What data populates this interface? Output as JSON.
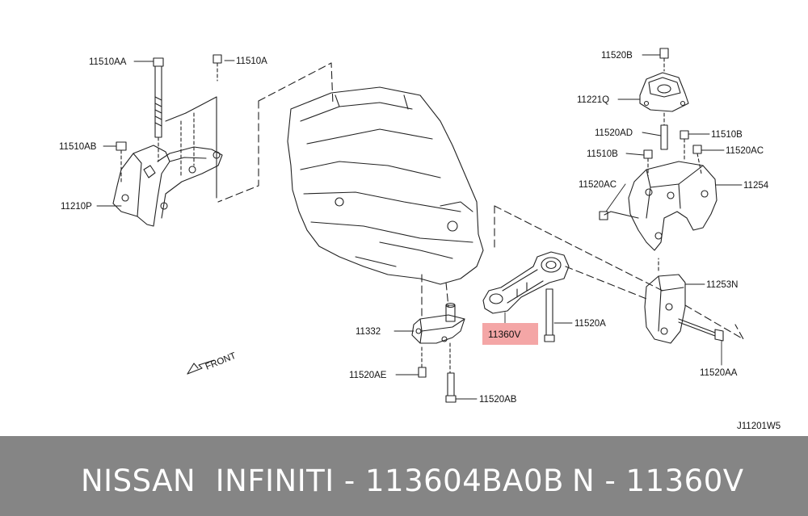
{
  "diagram": {
    "callouts": [
      {
        "id": "11510AA",
        "text": "11510AA"
      },
      {
        "id": "11510A",
        "text": "11510A"
      },
      {
        "id": "11510AB",
        "text": "11510AB"
      },
      {
        "id": "11210P",
        "text": "11210P"
      },
      {
        "id": "11520B",
        "text": "11520B"
      },
      {
        "id": "11221Q",
        "text": "11221Q"
      },
      {
        "id": "11520AD",
        "text": "11520AD"
      },
      {
        "id": "11510B-top",
        "text": "11510B"
      },
      {
        "id": "11510B-left",
        "text": "11510B"
      },
      {
        "id": "11520AC-right",
        "text": "11520AC"
      },
      {
        "id": "11520AC-left",
        "text": "11520AC"
      },
      {
        "id": "11254",
        "text": "11254"
      },
      {
        "id": "11253N",
        "text": "11253N"
      },
      {
        "id": "11520AA-bottom",
        "text": "11520AA"
      },
      {
        "id": "11332",
        "text": "11332"
      },
      {
        "id": "11520A",
        "text": "11520A"
      },
      {
        "id": "11520AE",
        "text": "11520AE"
      },
      {
        "id": "11520AB",
        "text": "11520AB"
      }
    ],
    "highlight": {
      "text": "11360V",
      "color": "#f4a6a6"
    },
    "front_label": "FRONT",
    "diagram_code": "J11201W5"
  },
  "footer": {
    "brand_part": "NISSAN  INFINITI - 113604BA0B",
    "ncode": "N - 11360V",
    "background": "#858585"
  }
}
